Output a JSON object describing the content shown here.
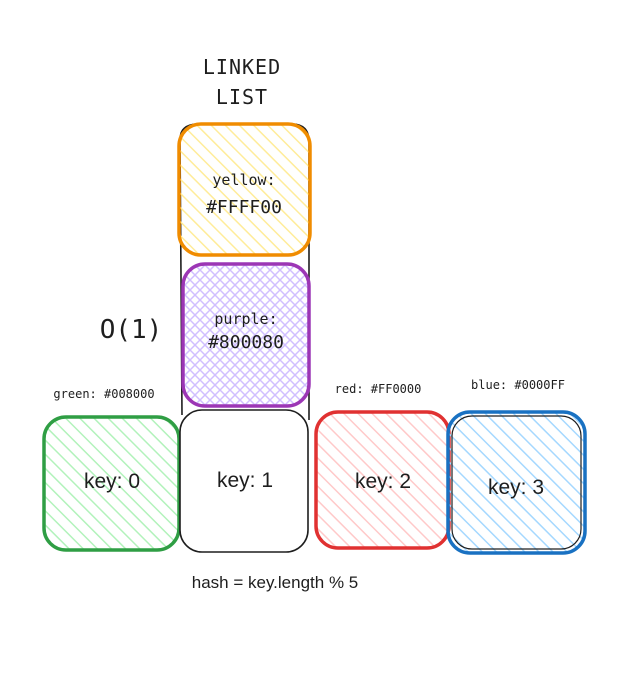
{
  "title_line1": "LINKED",
  "title_line2": "LIST",
  "complexity": "O(1)",
  "formula": "hash = key.length % 5",
  "nodes": [
    {
      "line1": "yellow:",
      "line2": "#FFFF00",
      "stroke": "#f08c00",
      "fill": "#ffec99"
    },
    {
      "line1": "purple:",
      "line2": "#800080",
      "stroke": "#9c36b5",
      "fill": "#d0bfff"
    }
  ],
  "buckets": [
    {
      "key": "key: 0",
      "caption": "green: #008000",
      "stroke": "#2f9e44",
      "fill": "#b2f2bb"
    },
    {
      "key": "key: 1",
      "caption": "",
      "stroke": "#1e1e1e",
      "fill": "#ffffff"
    },
    {
      "key": "key: 2",
      "caption": "red: #FF0000",
      "stroke": "#e03131",
      "fill": "#ffc9c9"
    },
    {
      "key": "key: 3",
      "caption": "blue: #0000FF",
      "stroke": "#1971c2",
      "fill": "#a5d8ff"
    }
  ]
}
